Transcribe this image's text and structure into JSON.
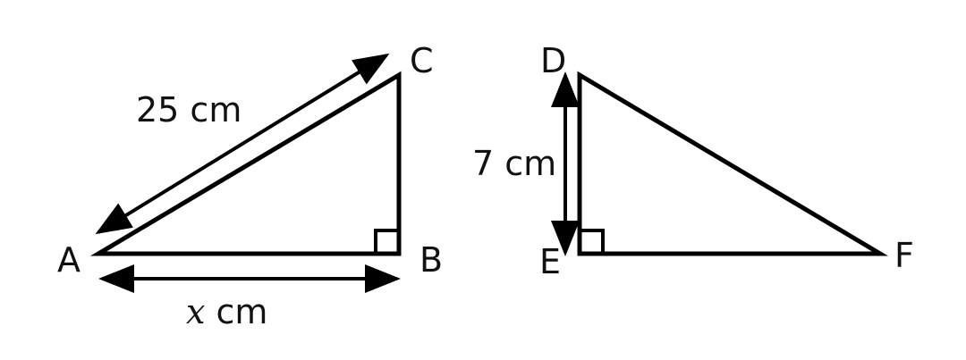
{
  "triangle_abc": {
    "vertex_a": "A",
    "vertex_b": "B",
    "vertex_c": "C",
    "hypotenuse_label": "25 cm",
    "base_variable": "x",
    "base_unit": " cm"
  },
  "triangle_def": {
    "vertex_d": "D",
    "vertex_e": "E",
    "vertex_f": "F",
    "side_label": "7 cm"
  },
  "colors": {
    "stroke": "#000000",
    "text": "#111111"
  }
}
